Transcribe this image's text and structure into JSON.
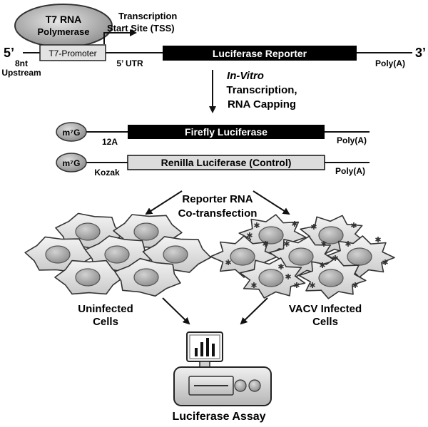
{
  "t7": {
    "polymerase_line1": "T7 RNA",
    "polymerase_line2": "Polymerase",
    "tss_line1": "Transcription",
    "tss_line2": "Start Site (TSS)",
    "end5": "5’",
    "end3": "3’",
    "upstream_line1": "8nt",
    "upstream_line2": "Upstream",
    "promoter": "T7-Promoter",
    "utr": "5’ UTR",
    "luciferase_reporter": "Luciferase Reporter",
    "polya": "Poly(A)"
  },
  "step1": {
    "line1": "In-Vitro",
    "line2": "Transcription,",
    "line3": "RNA Capping"
  },
  "firefly": {
    "cap": "m⁷G",
    "label_12a": "12A",
    "name": "Firefly Luciferase",
    "polya": "Poly(A)"
  },
  "renilla": {
    "cap": "m⁷G",
    "kozak": "Kozak",
    "name": "Renilla Luciferase (Control)",
    "polya": "Poly(A)"
  },
  "step2": {
    "line1": "Reporter RNA",
    "line2": "Co-transfection"
  },
  "uninfected": {
    "line1": "Uninfected",
    "line2": "Cells"
  },
  "infected": {
    "line1": "VACV Infected",
    "line2": "Cells"
  },
  "assay": {
    "label": "Luciferase Assay"
  }
}
